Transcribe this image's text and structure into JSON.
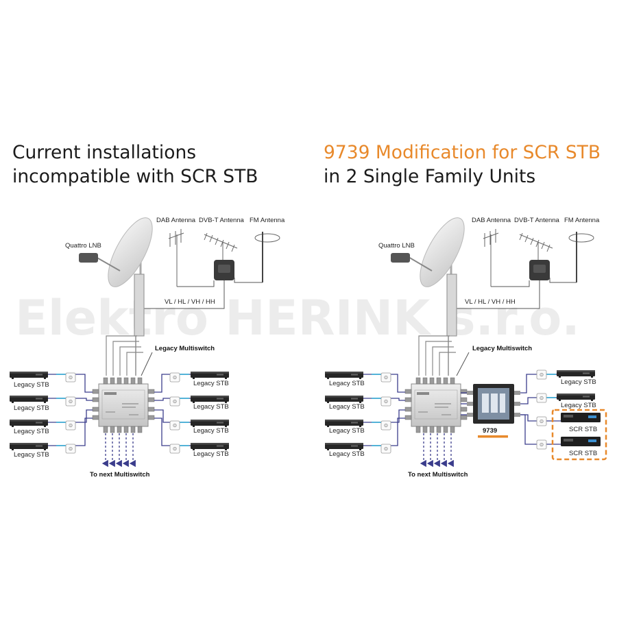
{
  "left": {
    "heading_line1": "Current installations",
    "heading_line2": "incompatible with SCR STB",
    "lnb_label": "Quattro LNB",
    "dab_label": "DAB Antenna",
    "dvbt_label": "DVB-T Antenna",
    "fm_label": "FM Antenna",
    "polarity_label": "VL / HL / VH / HH",
    "multiswitch_label": "Legacy Multiswitch",
    "next_label": "To next Multiswitch",
    "stb_left": [
      "Legacy STB",
      "Legacy STB",
      "Legacy STB",
      "Legacy STB"
    ],
    "stb_right": [
      "Legacy STB",
      "Legacy STB",
      "Legacy STB",
      "Legacy STB"
    ]
  },
  "right": {
    "heading_line1": "9739 Modification for SCR STB",
    "heading_line2": "in 2 Single Family Units",
    "lnb_label": "Quattro LNB",
    "dab_label": "DAB Antenna",
    "dvbt_label": "DVB-T Antenna",
    "fm_label": "FM Antenna",
    "polarity_label": "VL / HL / VH / HH",
    "multiswitch_label": "Legacy Multiswitch",
    "module_label": "9739",
    "next_label": "To next Multiswitch",
    "stb_left": [
      "Legacy STB",
      "Legacy STB",
      "Legacy STB",
      "Legacy STB"
    ],
    "stb_right": [
      "Legacy STB",
      "Legacy STB",
      "SCR STB",
      "SCR STB"
    ]
  },
  "watermark": "Elektro HERINK s.r.o.",
  "colors": {
    "accent": "#e8892b",
    "cable": "#3b3d8c",
    "heading": "#1b1b1b"
  }
}
